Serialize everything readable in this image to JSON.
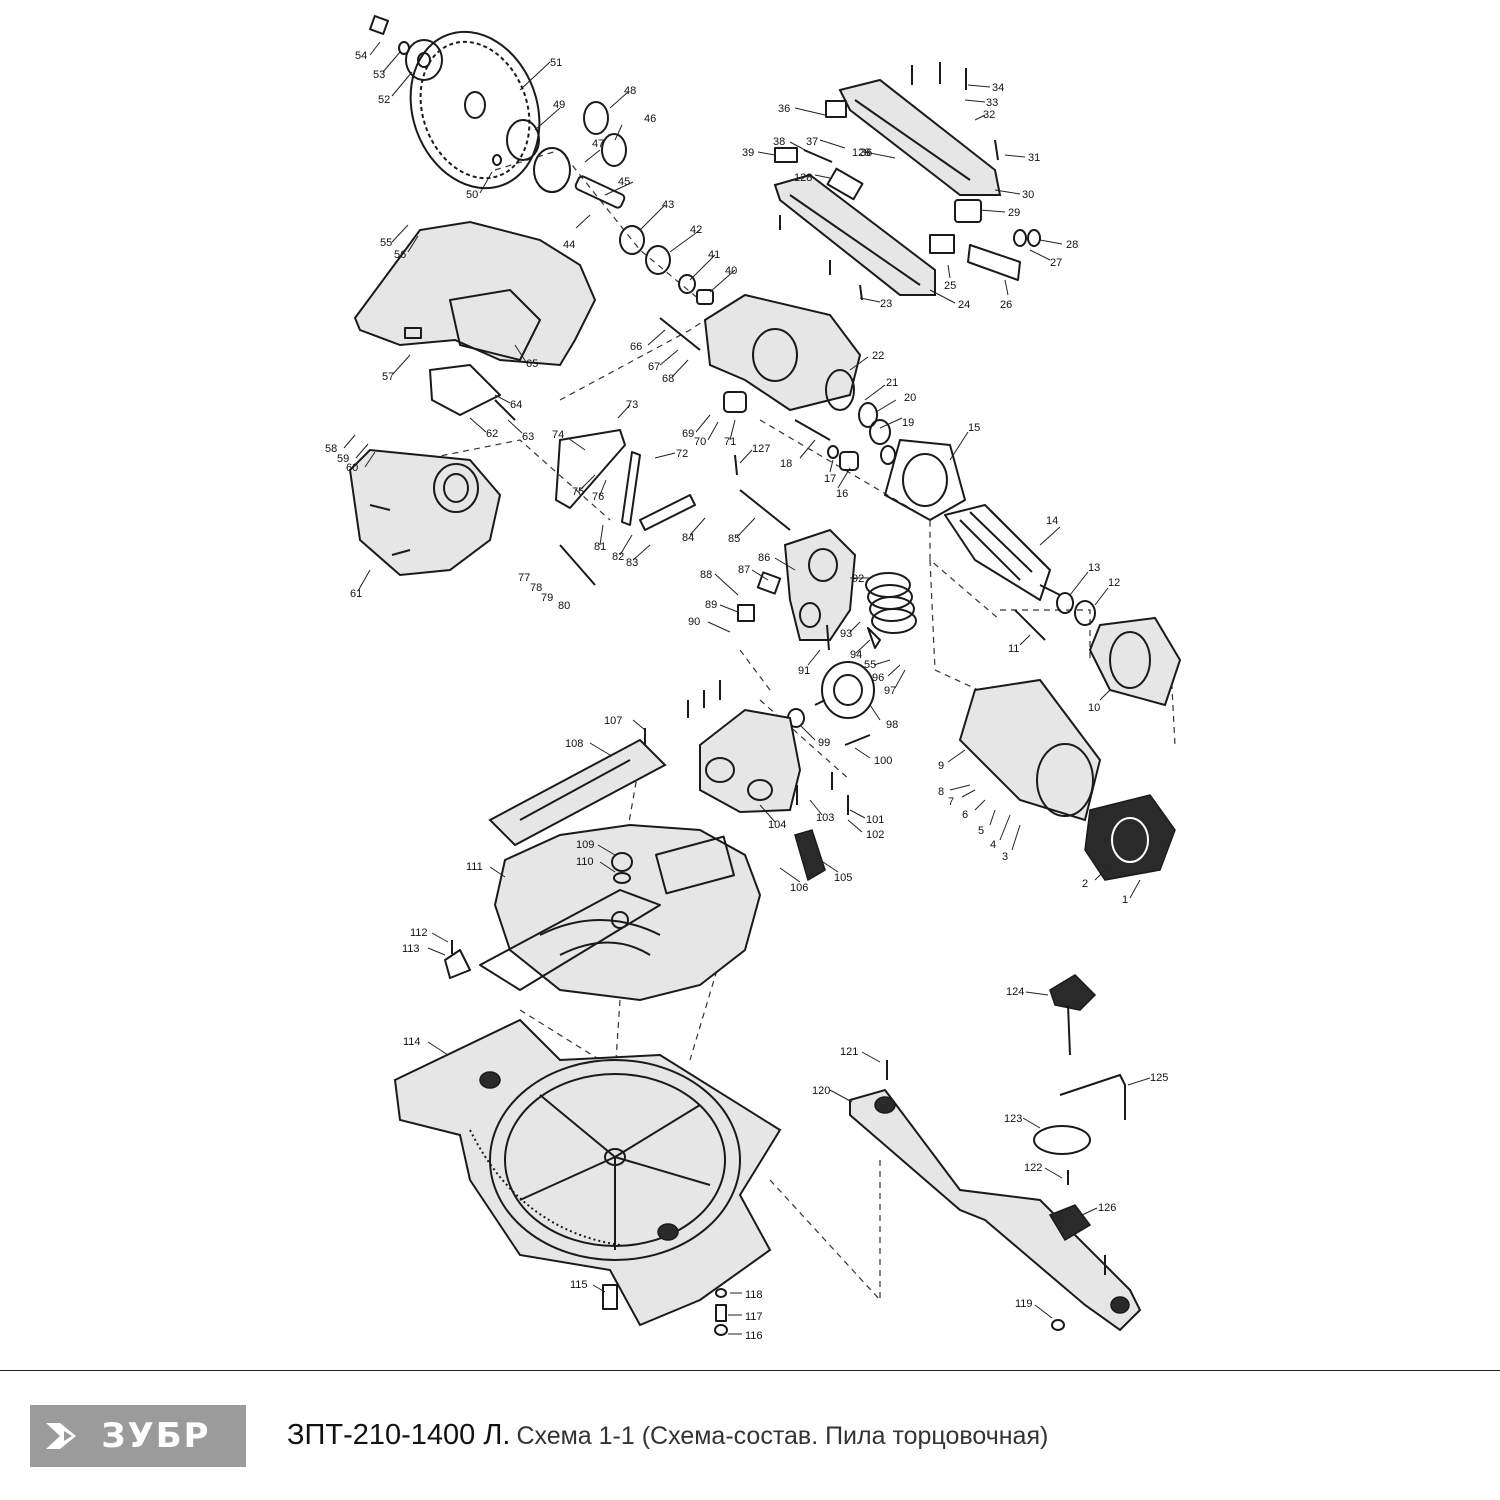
{
  "brand": {
    "name": "ЗУБР"
  },
  "caption": {
    "model": "ЗПТ-210-1400 Л.",
    "description": "Схема 1-1 (Схема-состав. Пила торцовочная)"
  },
  "part_numbers": [
    "1",
    "2",
    "3",
    "4",
    "5",
    "6",
    "7",
    "8",
    "9",
    "10",
    "11",
    "12",
    "13",
    "14",
    "15",
    "16",
    "17",
    "18",
    "19",
    "20",
    "21",
    "22",
    "23",
    "24",
    "25",
    "26",
    "27",
    "28",
    "29",
    "30",
    "31",
    "32",
    "33",
    "34",
    "36",
    "36",
    "37",
    "38",
    "39",
    "40",
    "41",
    "42",
    "43",
    "44",
    "45",
    "46",
    "47",
    "48",
    "49",
    "50",
    "51",
    "52",
    "53",
    "54",
    "55",
    "55",
    "56",
    "57",
    "58",
    "59",
    "60",
    "61",
    "62",
    "63",
    "64",
    "65",
    "66",
    "67",
    "68",
    "69",
    "70",
    "71",
    "72",
    "73",
    "74",
    "75",
    "76",
    "77",
    "78",
    "79",
    "80",
    "81",
    "82",
    "83",
    "84",
    "85",
    "86",
    "87",
    "88",
    "89",
    "90",
    "91",
    "92",
    "93",
    "94",
    "96",
    "97",
    "98",
    "99",
    "100",
    "101",
    "102",
    "103",
    "104",
    "105",
    "106",
    "107",
    "108",
    "109",
    "110",
    "111",
    "112",
    "113",
    "114",
    "115",
    "116",
    "117",
    "118",
    "119",
    "120",
    "121",
    "122",
    "123",
    "124",
    "125",
    "126",
    "127",
    "128",
    "128"
  ]
}
